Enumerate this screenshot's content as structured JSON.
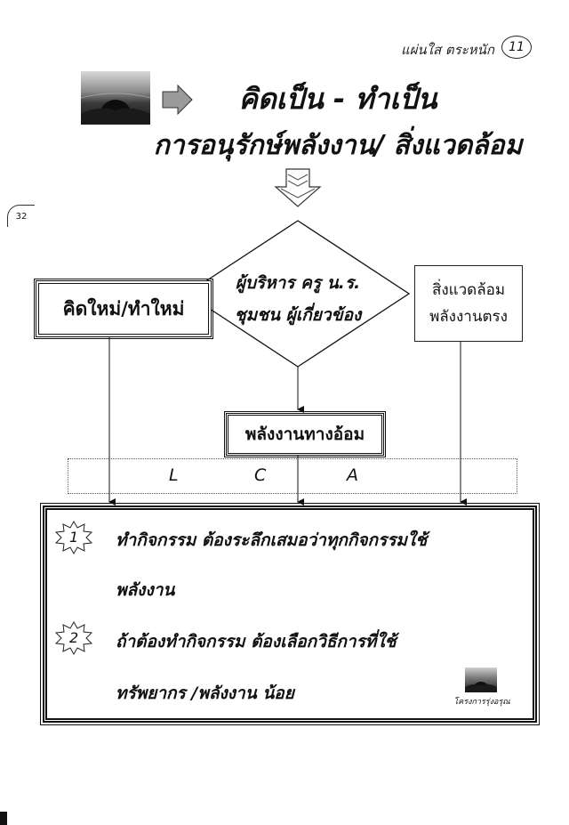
{
  "header": {
    "label": "แผ่นใส ตระหนัก",
    "page_number": "11",
    "margin_number": "32"
  },
  "title": {
    "line1": "คิดเป็น - ทำเป็น",
    "line2": "การอนุรักษ์พลังงาน/ สิ่งแวดล้อม"
  },
  "nodes": {
    "left_box": "คิดใหม่/ทำใหม่",
    "diamond_line1": "ผู้บริหาร ครู น.ร.",
    "diamond_line2": "ชุมชน ผู้เกี่ยวข้อง",
    "right_box_line1": "สิ่งแวดล้อม",
    "right_box_line2": "พลังงานตรง",
    "middle_box": "พลังงานทางอ้อม"
  },
  "lca": {
    "l": "L",
    "c": "C",
    "a": "A"
  },
  "items": [
    {
      "number": "1",
      "text": "ทำกิจกรรม ต้องระลึกเสมอว่าทุกกิจกรรมใช้",
      "continuation": "พลังงาน"
    },
    {
      "number": "2",
      "text": "ถ้าต้องทำกิจกรรม ต้องเลือกวิธีการที่ใช้",
      "continuation": "ทรัพยากร /พลังงาน  น้อย"
    }
  ],
  "footer_logo_text": "โครงการรุ่งอรุณ",
  "icons": [
    "logo-icon",
    "arrow-right-icon",
    "arrow-down-icon",
    "star-badge-icon",
    "footer-logo-icon"
  ]
}
